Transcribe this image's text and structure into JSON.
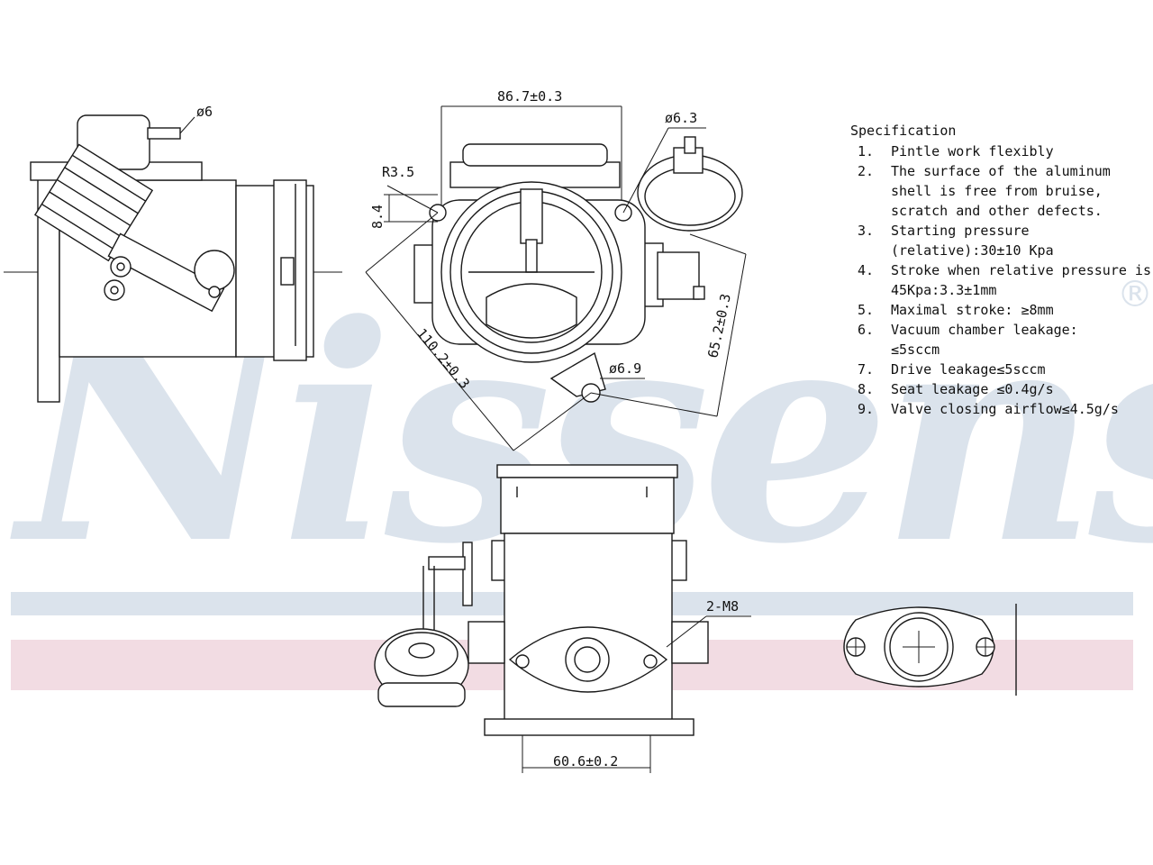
{
  "watermark": {
    "brand_text": "Nissens",
    "registered_mark": "®",
    "band_color_top": "#dbe3ec",
    "band_color_bottom": "#f2dce3"
  },
  "dimensions": {
    "d6": "ø6",
    "width_top": "86.7±0.3",
    "d6_3": "ø6.3",
    "r3_5": "R3.5",
    "v8_4": "8.4",
    "diag_110": "110.2±0.3",
    "diag_65": "65.2±0.3",
    "d6_9": "ø6.9",
    "thread": "2-M8",
    "bottom_width": "60.6±0.2"
  },
  "specification": {
    "title": "Specification",
    "items": [
      {
        "num": "1.",
        "lines": [
          "Pintle work flexibly"
        ]
      },
      {
        "num": "2.",
        "lines": [
          "The surface of the aluminum",
          "shell is free from bruise,",
          "scratch and other defects."
        ]
      },
      {
        "num": "3.",
        "lines": [
          "Starting pressure",
          "(relative):30±10 Kpa"
        ]
      },
      {
        "num": "4.",
        "lines": [
          "Stroke when relative pressure is",
          "45Kpa:3.3±1mm"
        ]
      },
      {
        "num": "5.",
        "lines": [
          "Maximal stroke: ≥8mm"
        ]
      },
      {
        "num": "6.",
        "lines": [
          "Vacuum chamber leakage:",
          "≤5sccm"
        ]
      },
      {
        "num": "7.",
        "lines": [
          "Drive leakage≤5sccm"
        ]
      },
      {
        "num": "8.",
        "lines": [
          "Seat leakage ≤0.4g/s"
        ]
      },
      {
        "num": "9.",
        "lines": [
          "Valve closing airflow≤4.5g/s"
        ]
      }
    ]
  }
}
